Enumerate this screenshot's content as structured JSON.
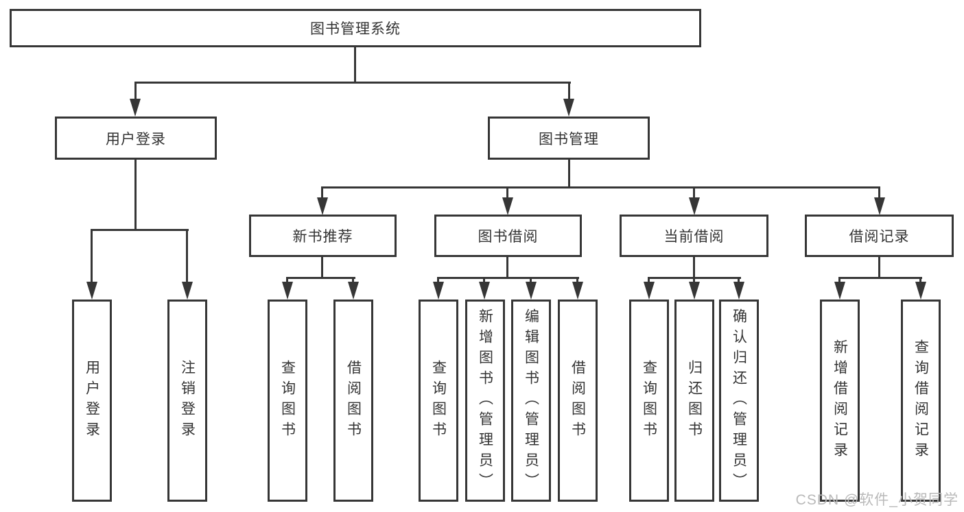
{
  "colors": {
    "line": "#363636",
    "text": "#333333",
    "background": "#ffffff",
    "watermark": "#b9b9b9"
  },
  "nodes": {
    "root": "图书管理系统",
    "user_login": "用户登录",
    "book_mgmt": "图书管理",
    "new_book_rec": "新书推荐",
    "book_borrow": "图书借阅",
    "current_borrow": "当前借阅",
    "borrow_record": "借阅记录",
    "leaf_user_login": "用户登录",
    "leaf_logout": "注销登录",
    "leaf_rec_query": "查询图书",
    "leaf_rec_borrow": "借阅图书",
    "leaf_bb_query": "查询图书",
    "leaf_bb_add": "新增图书（管理员）",
    "leaf_bb_edit": "编辑图书（管理员）",
    "leaf_bb_borrow": "借阅图书",
    "leaf_cb_query": "查询图书",
    "leaf_cb_return": "归还图书",
    "leaf_cb_confirm": "确认归还（管理员）",
    "leaf_br_add": "新增借阅记录",
    "leaf_br_query": "查询借阅记录"
  },
  "watermark": "CSDN @软件_小贺同学"
}
